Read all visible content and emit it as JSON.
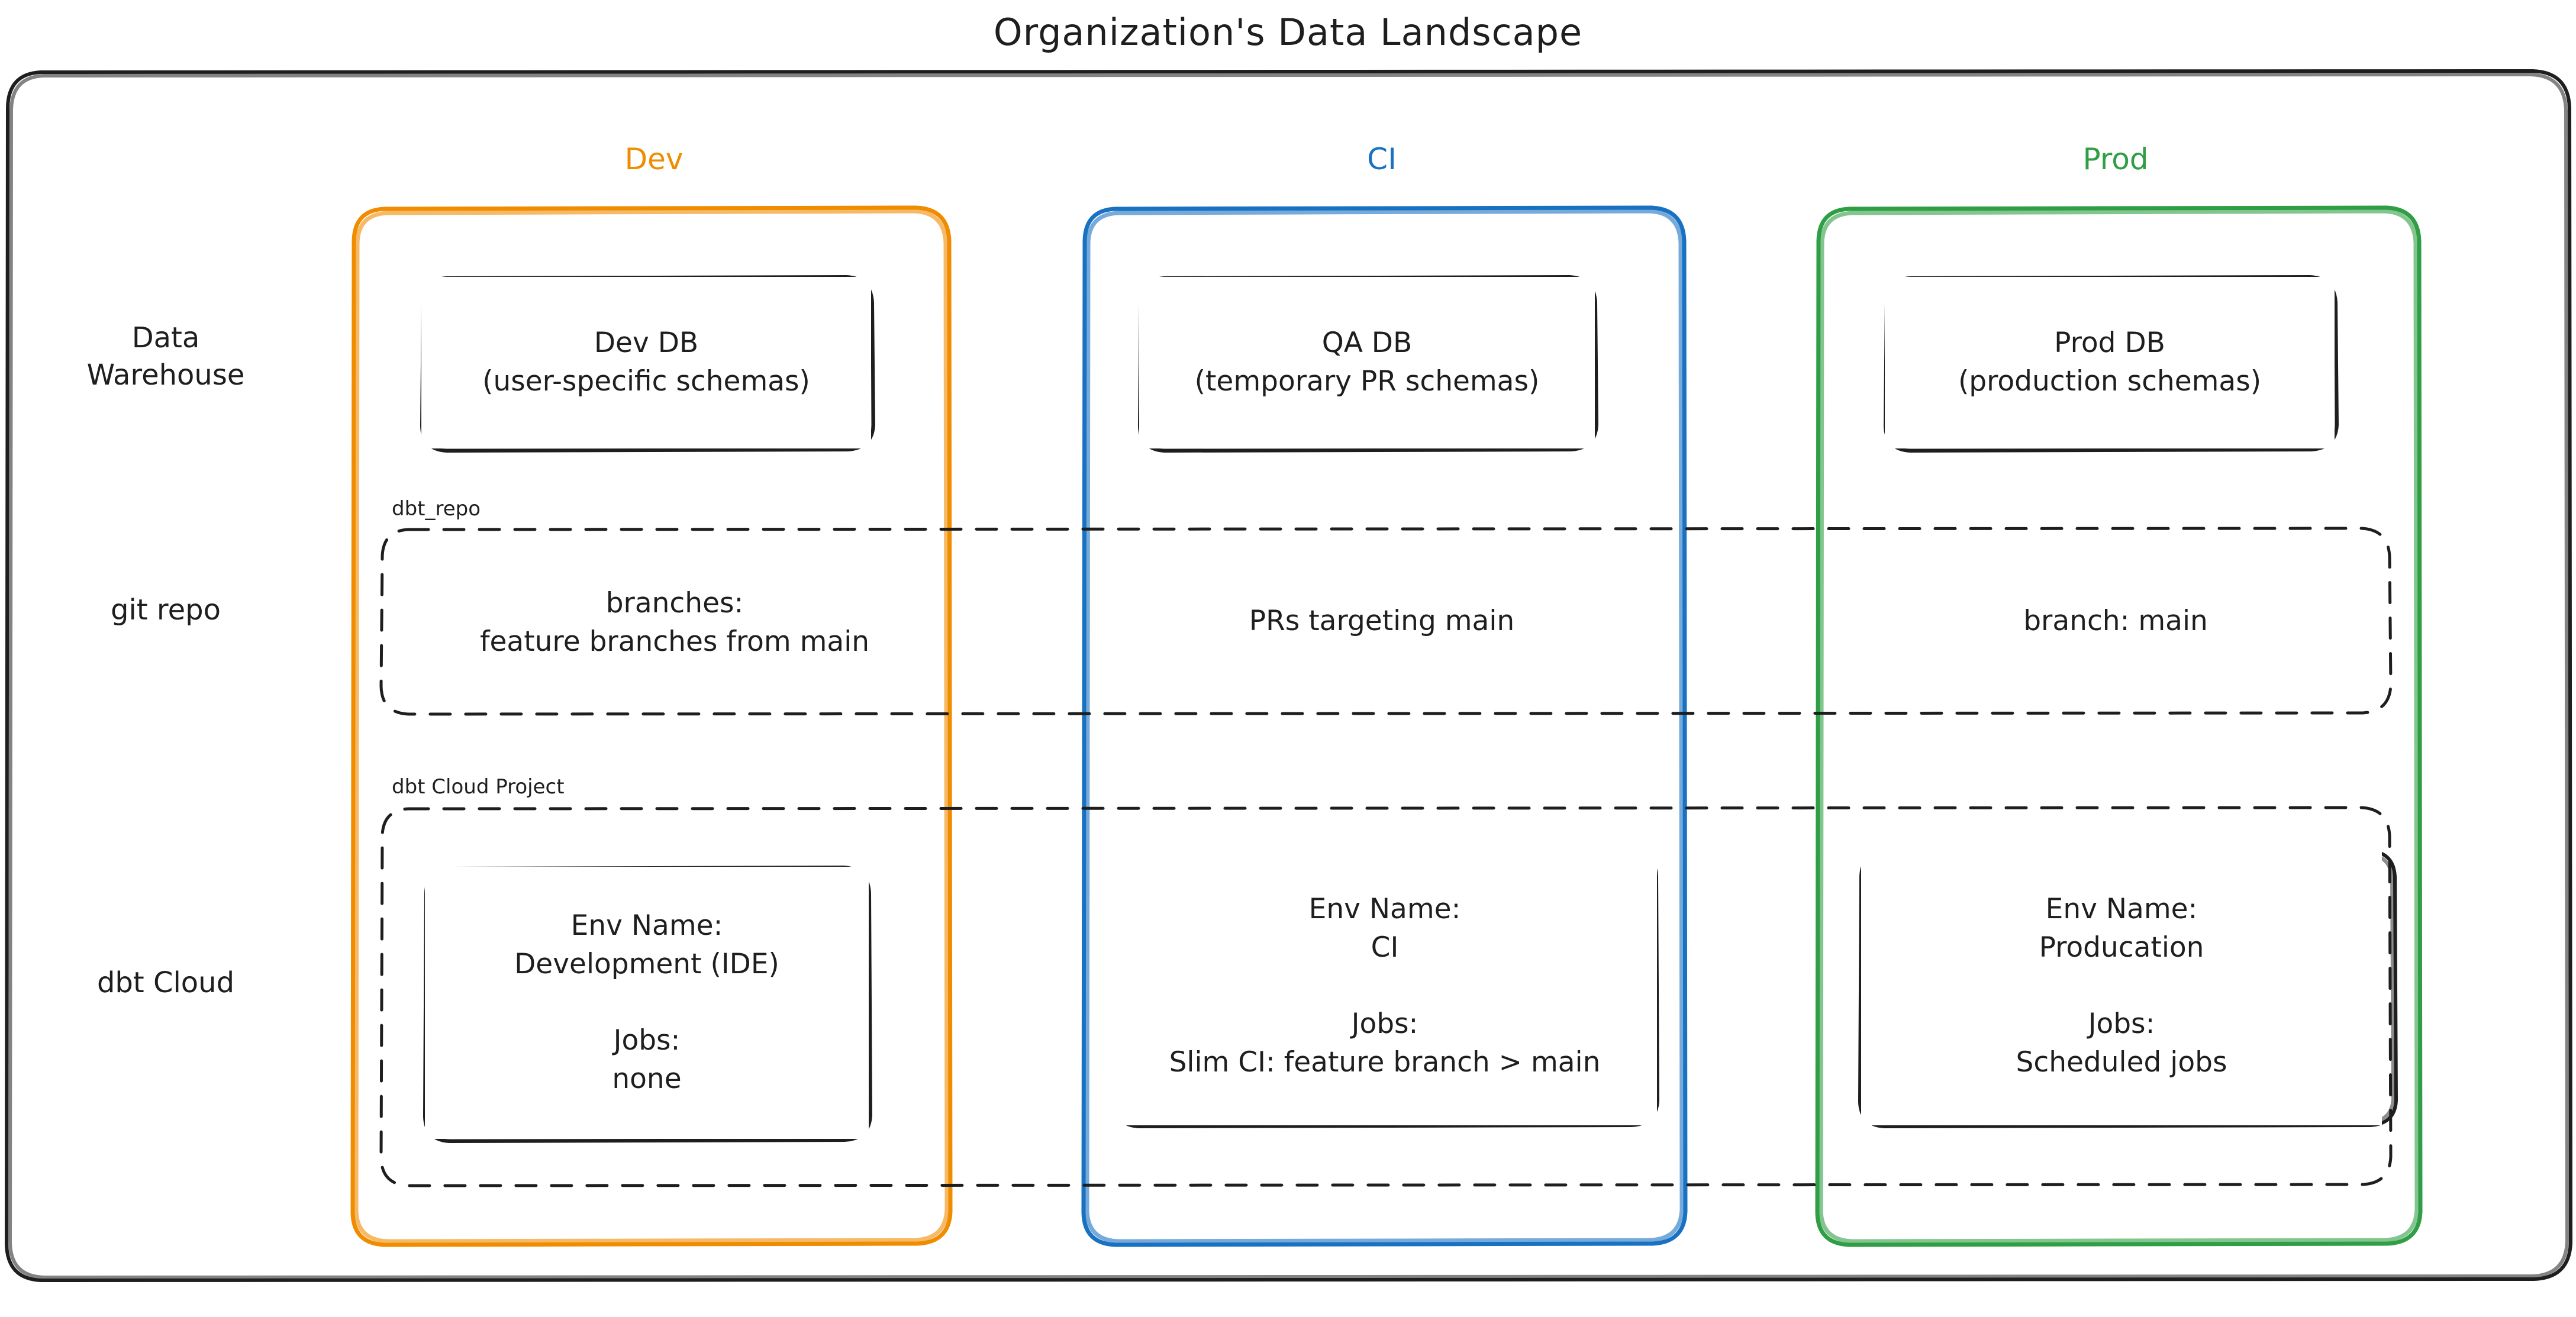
{
  "title": "Organization's Data Landscape",
  "colors": {
    "dev": "#f08c00",
    "ci": "#1971c2",
    "prod": "#2f9e44",
    "ink": "#1e1e1e",
    "background": "#ffffff"
  },
  "columns": [
    {
      "key": "dev",
      "label": "Dev"
    },
    {
      "key": "ci",
      "label": "CI"
    },
    {
      "key": "prod",
      "label": "Prod"
    }
  ],
  "rows": [
    {
      "key": "warehouse",
      "label": "Data\nWarehouse"
    },
    {
      "key": "git",
      "label": "git repo"
    },
    {
      "key": "dbt_cloud",
      "label": "dbt Cloud"
    }
  ],
  "groups": {
    "git_repo": {
      "caption": "dbt_repo"
    },
    "dbt_cloud_project": {
      "caption": "dbt Cloud Project"
    }
  },
  "warehouse": {
    "dev": "Dev DB\n(user-specific schemas)",
    "ci": "QA DB\n(temporary PR schemas)",
    "prod": "Prod DB\n(production schemas)"
  },
  "git": {
    "dev": "branches:\nfeature branches from main",
    "ci": "PRs targeting main",
    "prod": "branch: main"
  },
  "dbt_cloud": {
    "dev": "Env Name:\nDevelopment (IDE)\n\nJobs:\nnone",
    "ci": "Env Name:\nCI\n\nJobs:\nSlim CI: feature branch > main",
    "prod": "Env Name:\nProducation\n\nJobs:\nScheduled jobs"
  }
}
